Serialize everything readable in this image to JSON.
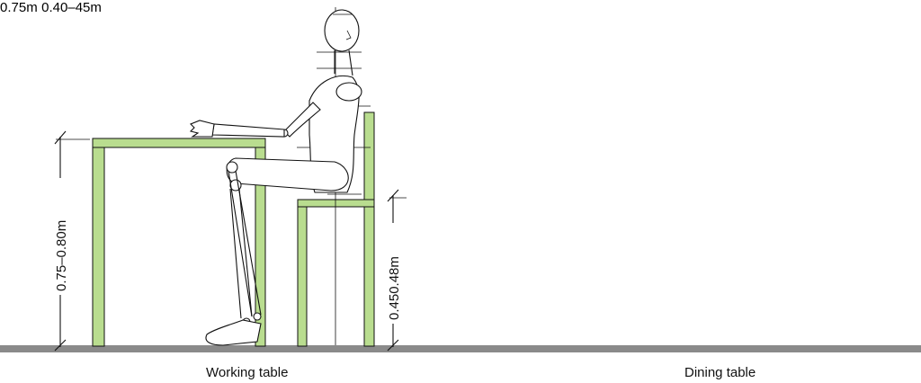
{
  "panels": {
    "working": {
      "caption": "Working table",
      "table_height": "0.75–0.80m",
      "seat_height": "0.450.48m"
    },
    "dining": {
      "caption": "Dining table",
      "table_height": "0.75m",
      "seat_height": "0.40–45m"
    }
  },
  "colors": {
    "furniture": "#b9dd8f",
    "ground": "#888888",
    "line": "#111111"
  }
}
